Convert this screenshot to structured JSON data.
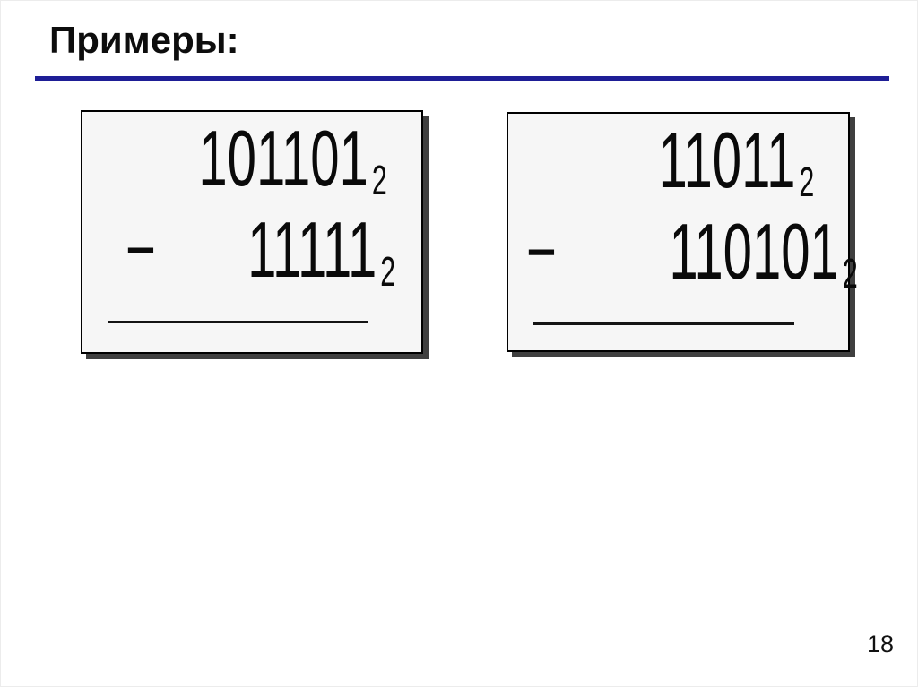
{
  "slide": {
    "title": "Примеры:",
    "page_number": "18"
  },
  "examples": [
    {
      "minuend": "101101",
      "minuend_base": "2",
      "operator": "−",
      "subtrahend": "11111",
      "subtrahend_base": "2"
    },
    {
      "minuend": "11011",
      "minuend_base": "2",
      "operator": "−",
      "subtrahend": "110101",
      "subtrahend_base": "2"
    }
  ],
  "colors": {
    "title_text": "#0d0d0d",
    "accent_rule": "#1e1e96",
    "box_fill": "#f6f6f6",
    "box_border": "#000000",
    "box_shadow": "#3f3f3f",
    "number_text": "#0a0a0a"
  }
}
